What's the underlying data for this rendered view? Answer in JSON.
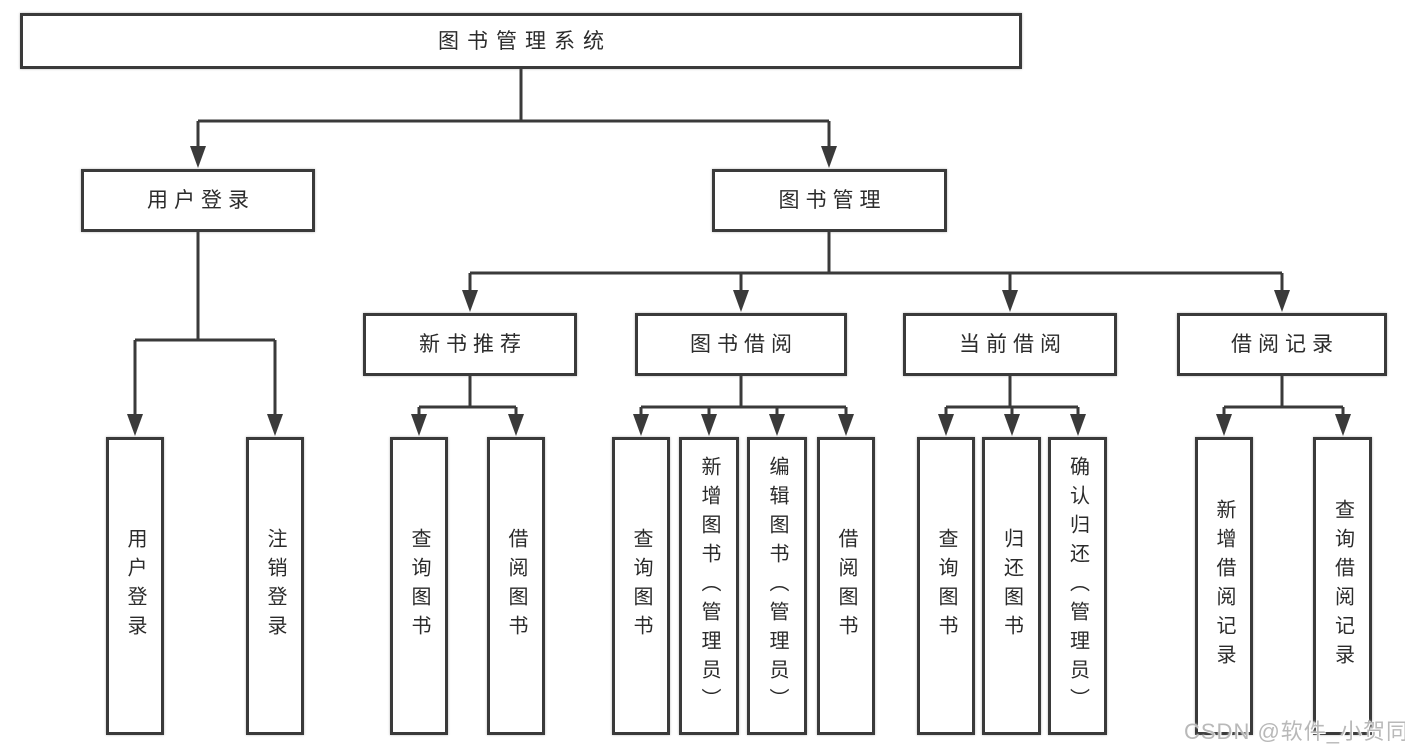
{
  "diagram": {
    "line_color": "#3a3a3a",
    "text_color": "#2b2b2b",
    "root": {
      "label": "图书管理系统"
    },
    "level2": [
      {
        "label": "用户登录",
        "children": [
          "用户登录",
          "注销登录"
        ]
      },
      {
        "label": "图书管理"
      }
    ],
    "level3": [
      {
        "label": "新书推荐",
        "children": [
          "查询图书",
          "借阅图书"
        ]
      },
      {
        "label": "图书借阅",
        "children": [
          "查询图书",
          "新增图书（管理员）",
          "编辑图书（管理员）",
          "借阅图书"
        ]
      },
      {
        "label": "当前借阅",
        "children": [
          "查询图书",
          "归还图书",
          "确认归还（管理员）"
        ]
      },
      {
        "label": "借阅记录",
        "children": [
          "新增借阅记录",
          "查询借阅记录"
        ]
      }
    ]
  },
  "watermark": {
    "text": "CSDN @软件_小贺同学",
    "color": "#b9b9b9"
  }
}
